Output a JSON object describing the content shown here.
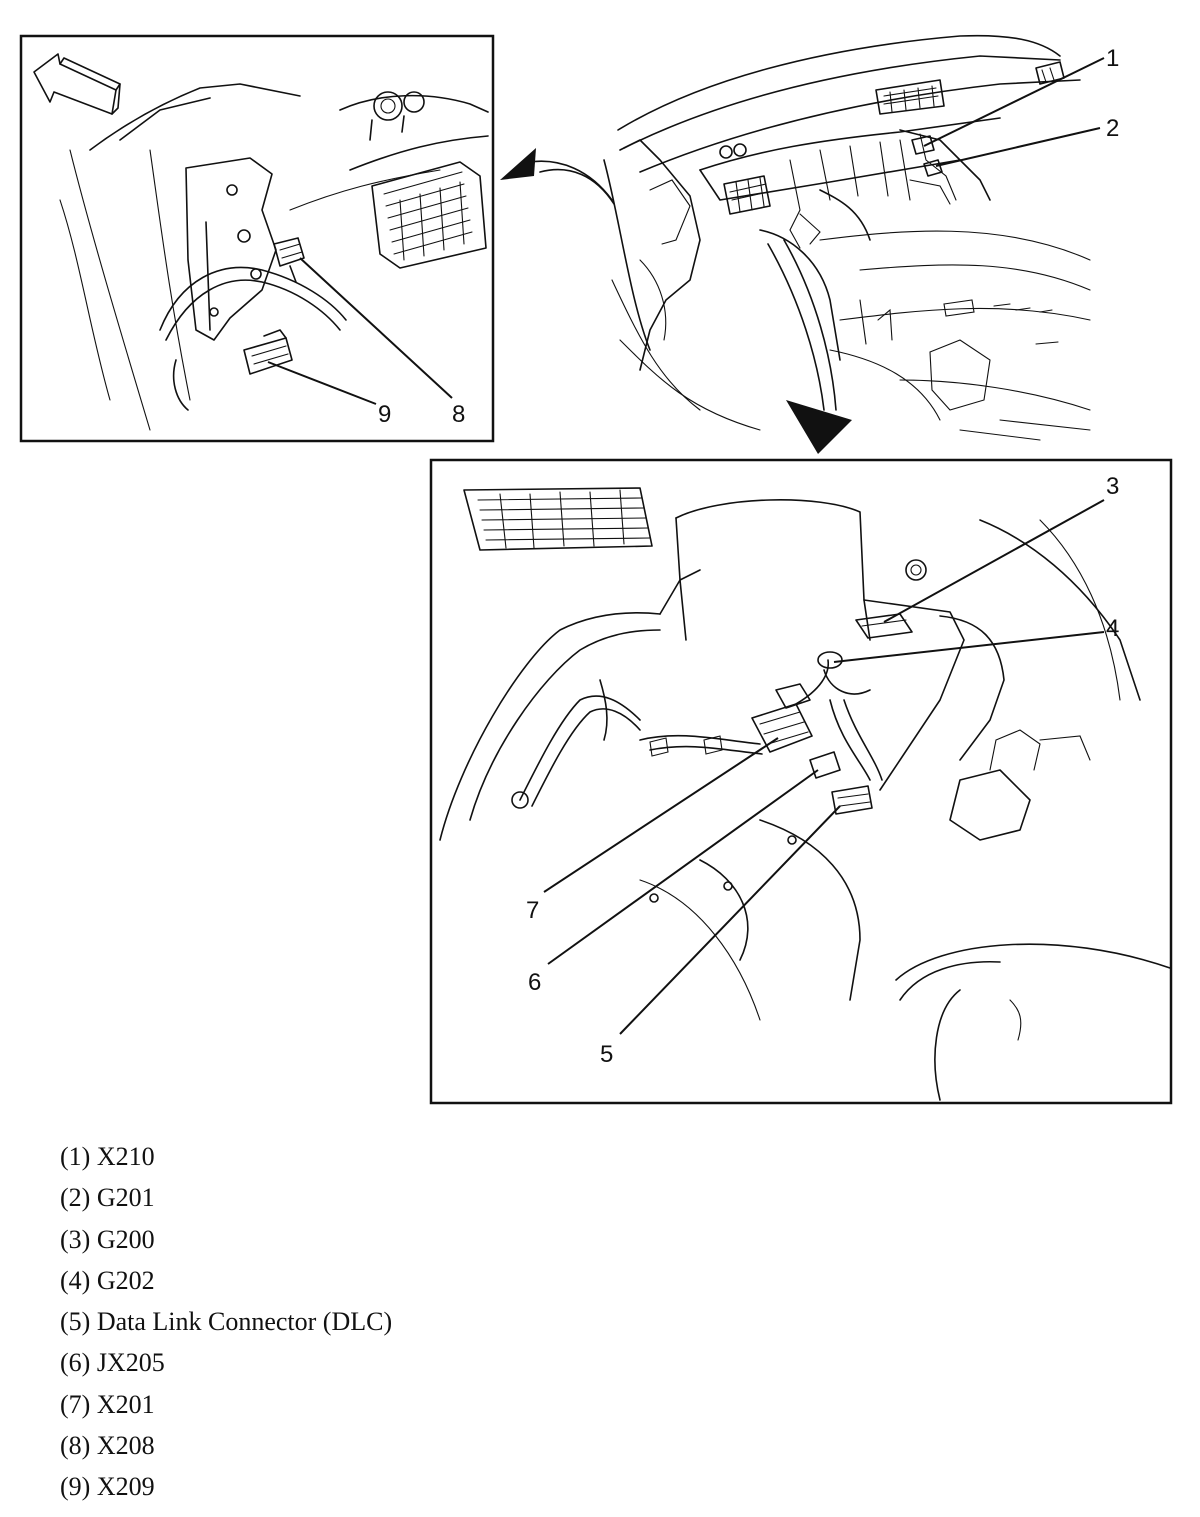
{
  "callouts": {
    "c1": "1",
    "c2": "2",
    "c3": "3",
    "c4": "4",
    "c5": "5",
    "c6": "6",
    "c7": "7",
    "c8": "8",
    "c9": "9"
  },
  "legend": [
    "(1) X210",
    "(2) G201",
    "(3) G200",
    "(4) G202",
    "(5) Data Link Connector (DLC)",
    "(6) JX205",
    "(7) X201",
    "(8) X208",
    "(9) X209"
  ]
}
